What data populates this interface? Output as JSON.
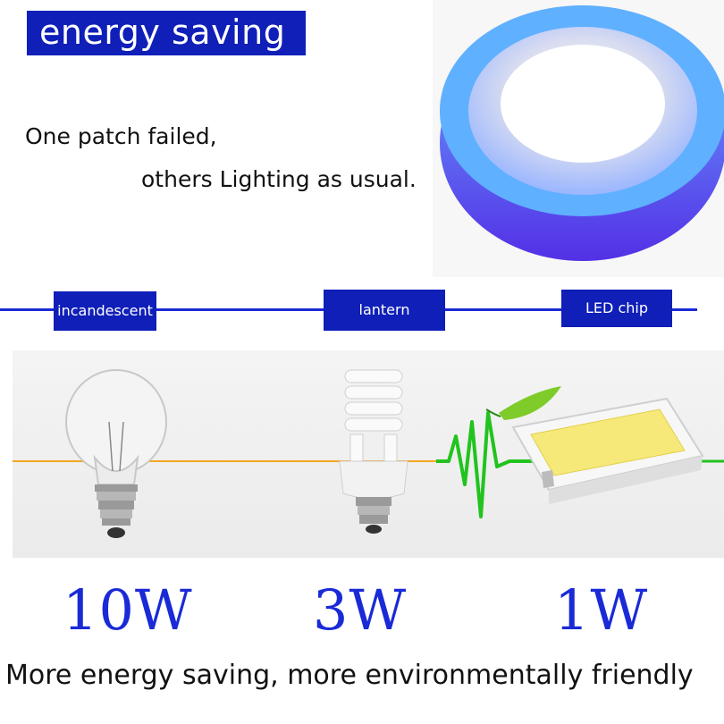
{
  "header": {
    "badge_text": "energy saving"
  },
  "description": {
    "line1": "One patch failed,",
    "line2": "others Lighting as usual."
  },
  "timeline": {
    "labels": [
      "incandescent",
      "lantern",
      "LED chip"
    ]
  },
  "wattages": [
    "10W",
    "3W",
    "1W"
  ],
  "footer": {
    "tagline": "More energy saving, more environmentally friendly"
  },
  "colors": {
    "accent_blue": "#0f1fb8",
    "watt_blue": "#1a2ad6",
    "ring_blue": "#4aa8ff",
    "ring_purple": "#5a3be0",
    "wave_green": "#22c31e",
    "wire_orange": "#f5a623"
  }
}
